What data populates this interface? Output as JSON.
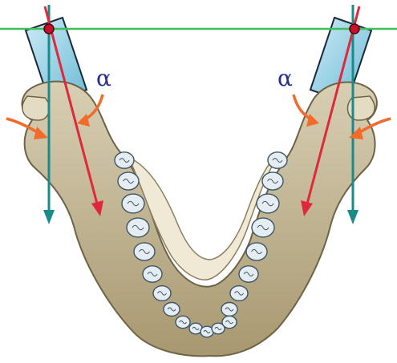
{
  "labels": {
    "angle_left": "α",
    "angle_right": "α"
  },
  "colors": {
    "background": "#ffffff",
    "horizontal_reference_line": "#3fbf5a",
    "vertical_axis_line": "#1a8a8a",
    "inclined_axis_line": "#e0283c",
    "force_arrows": "#f26b2b",
    "angle_label": "#2a2f8f",
    "condyle_marker": "#c8102e",
    "bone": "#b3a582",
    "bone_light": "#d8cfb4",
    "bone_outline": "#6d6346",
    "ramus_band": "#8fd0e8",
    "teeth": "#e6edf2",
    "teeth_outline": "#3a5566"
  },
  "icons": {
    "condyle_marker": "filled-circle",
    "arrowheads": "triangle"
  }
}
